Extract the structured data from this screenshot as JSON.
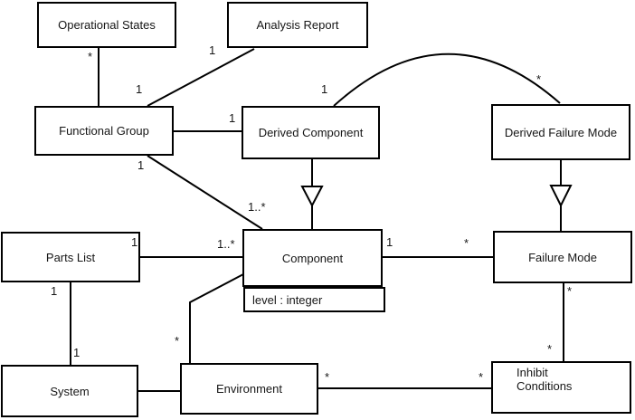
{
  "diagram": {
    "type": "uml-class-diagram",
    "colors": {
      "line": "#000000",
      "box_fill": "#ffffff",
      "background": "#ffffff",
      "text": "#161616"
    },
    "classes": {
      "operational_states": "Operational States",
      "analysis_report": "Analysis Report",
      "functional_group": "Functional Group",
      "derived_component": "Derived Component",
      "derived_failure_mode": "Derived Failure Mode",
      "parts_list": "Parts List",
      "component": "Component",
      "component_attribute": "level : integer",
      "failure_mode": "Failure Mode",
      "system": "System",
      "environment": "Environment",
      "inhibit_conditions_line1": "Inhibit",
      "inhibit_conditions_line2": "Conditions"
    },
    "multiplicities": {
      "operational_states_end": "*",
      "analysis_report_end": "1",
      "functional_group_analysis_end": "1",
      "functional_group_derived_component_end": "1",
      "functional_group_component_source_end": "1",
      "functional_group_component_target_end": "1..*",
      "arc_derived_component_end": "1",
      "arc_derived_failure_mode_end": "*",
      "parts_list_component_source_end": "1",
      "parts_list_component_target_end": "1..*",
      "parts_list_system_source_end": "1",
      "parts_list_system_target_end": "1",
      "component_failure_mode_source_end": "1",
      "component_failure_mode_target_end": "*",
      "failure_mode_inhibit_source_end": "*",
      "failure_mode_inhibit_target_end": "*",
      "environment_component_end": "*",
      "environment_inhibit_source_end": "*",
      "environment_inhibit_target_end": "*"
    }
  }
}
